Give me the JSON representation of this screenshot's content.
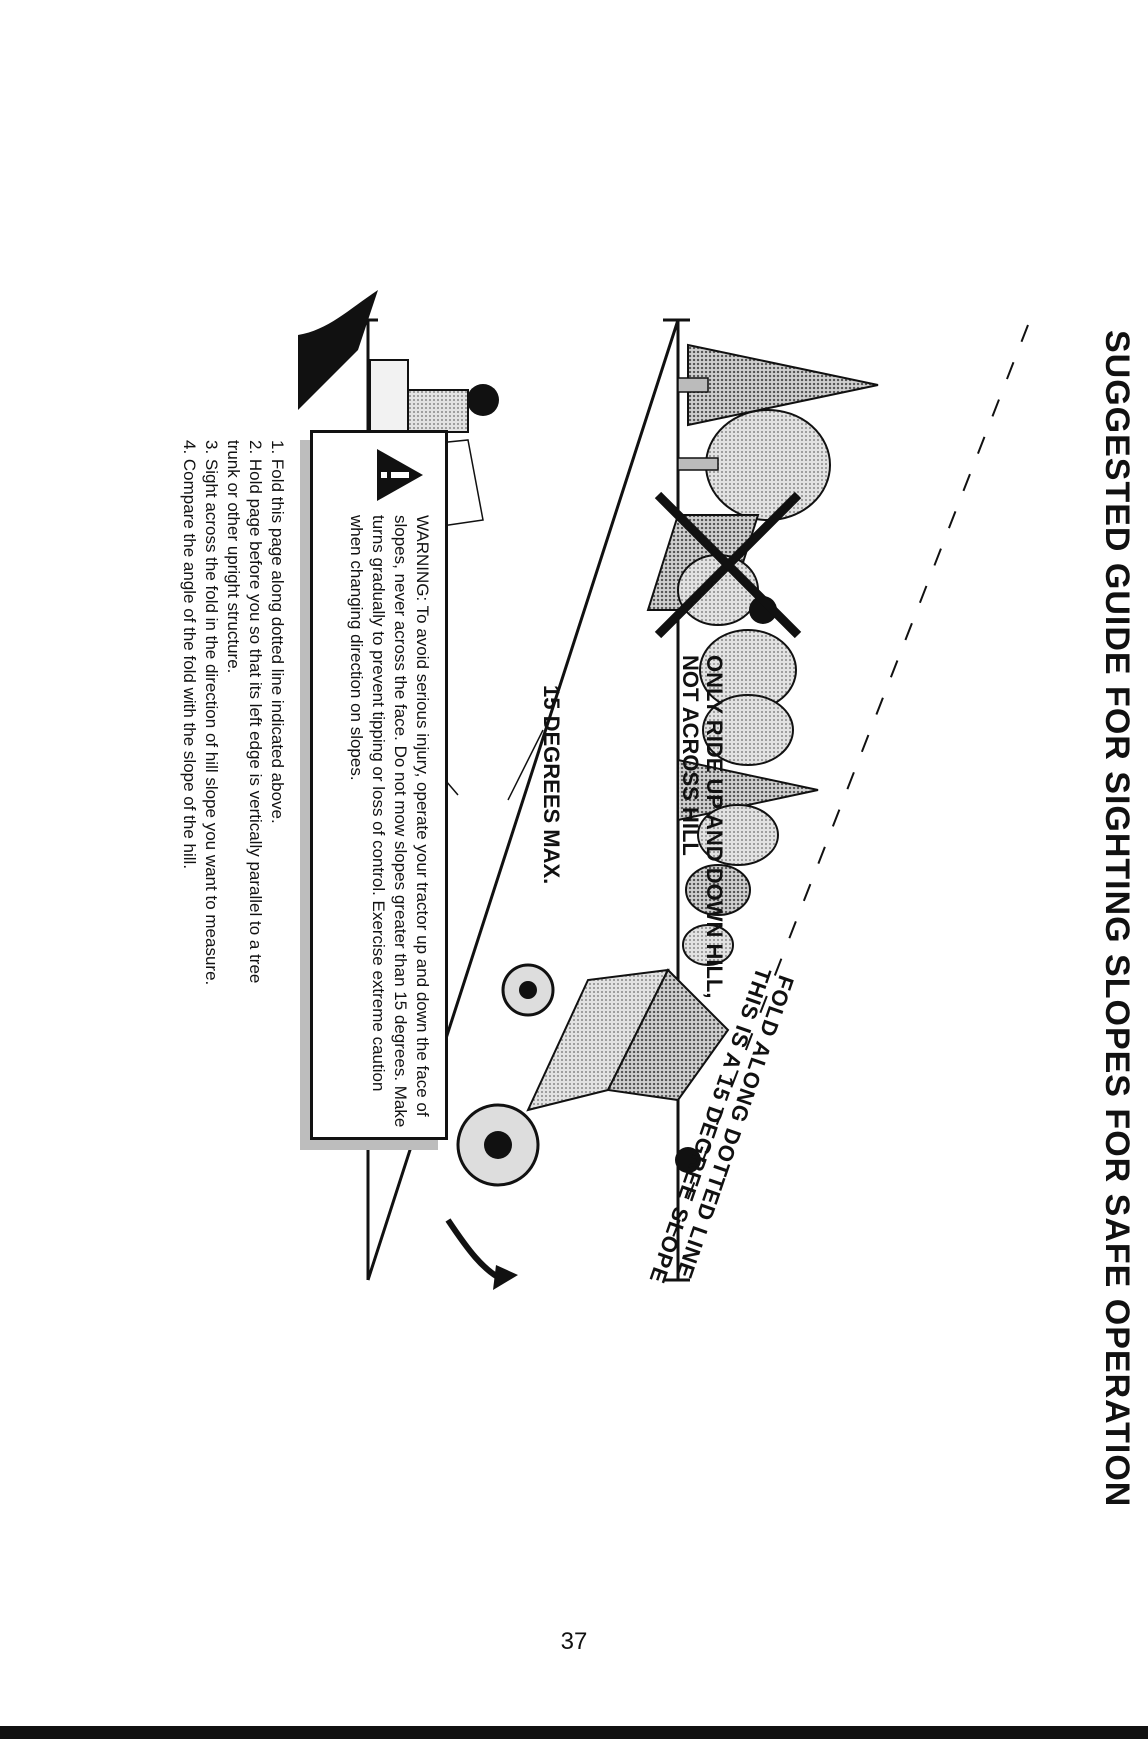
{
  "title": "SUGGESTED GUIDE FOR SIGHTING SLOPES FOR SAFE OPERATION",
  "fold_label_line1": "FOLD ALONG DOTTED LINE",
  "fold_label_line2": "THIS IS A 15 DEGREE SLOPE",
  "ride_label_line1": "ONLY RIDE UP AND DOWN HILL,",
  "ride_label_line2": "NOT ACROSS HILL",
  "degrees_label": "15 DEGREES MAX.",
  "warning": {
    "icon": "warning-triangle-icon",
    "text": "WARNING: To avoid serious injury, operate your tractor up and down the face of slopes, never across the face. Do not mow slopes greater than 15 degrees. Make turns gradually to prevent tipping or loss of control. Exercise extreme caution when changing direction on slopes."
  },
  "steps": [
    "1. Fold this page along dotted line indicated above.",
    "2. Hold page before you so that its left edge is vertically parallel to a tree",
    "    trunk or other upright structure.",
    "3. Sight across the fold in the direction of hill slope you want to measure.",
    "4. Compare the angle of the fold with the slope of the hill."
  ],
  "page_number": "37"
}
